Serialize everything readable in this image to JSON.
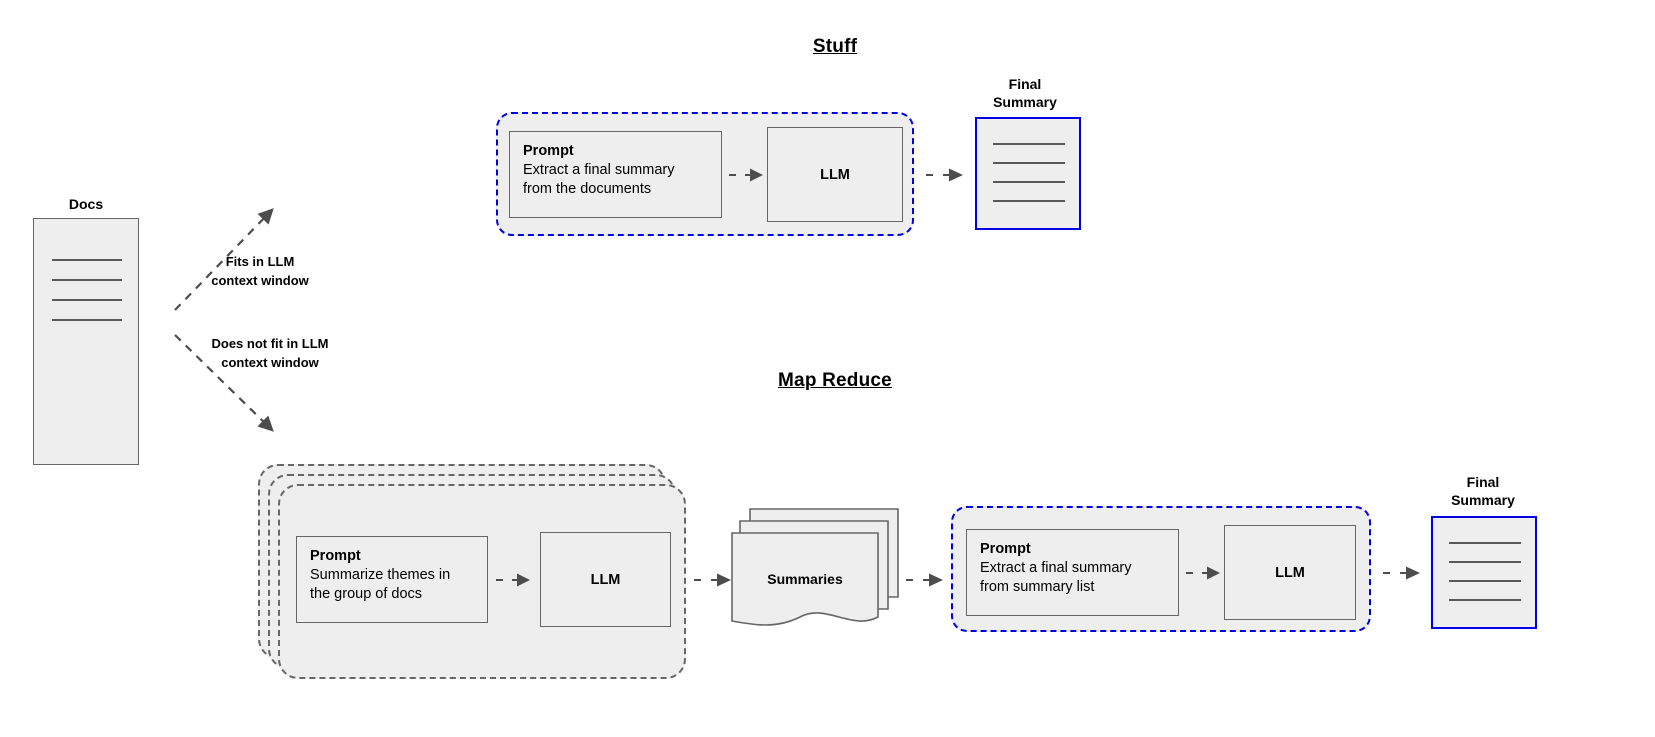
{
  "diagram": {
    "title_stuff": "Stuff",
    "title_map_reduce": "Map Reduce"
  },
  "source": {
    "caption": "Docs",
    "line_count": 4
  },
  "branches": [
    {
      "label_line1": "Fits in LLM",
      "label_line2": "context window",
      "direction": "up"
    },
    {
      "label_line1": "Does not fit in LLM",
      "label_line2": "context window",
      "direction": "down"
    }
  ],
  "stuff_chain": {
    "prompt": {
      "title": "Prompt",
      "line1": "Extract a final summary",
      "line2": "from the documents"
    },
    "llm": {
      "label": "LLM"
    },
    "output": {
      "caption_line1": "Final",
      "caption_line2": "Summary",
      "line_count": 4
    }
  },
  "map_reduce_chain": {
    "map_group": {
      "stack_count": 3,
      "prompt": {
        "title": "Prompt",
        "line1": "Summarize themes in",
        "line2": "the group of docs"
      },
      "llm": {
        "label": "LLM"
      }
    },
    "summaries": {
      "label": "Summaries",
      "stack_count": 3
    },
    "reduce_group": {
      "prompt": {
        "title": "Prompt",
        "line1": "Extract a final summary",
        "line2": "from summary list"
      },
      "llm": {
        "label": "LLM"
      }
    },
    "output": {
      "caption_line1": "Final",
      "caption_line2": "Summary",
      "line_count": 4
    }
  },
  "colors": {
    "blue_accent": "#0000e6",
    "gray_stroke": "#666666",
    "fill": "#eeeeee",
    "arrow": "#4d4d4d"
  }
}
